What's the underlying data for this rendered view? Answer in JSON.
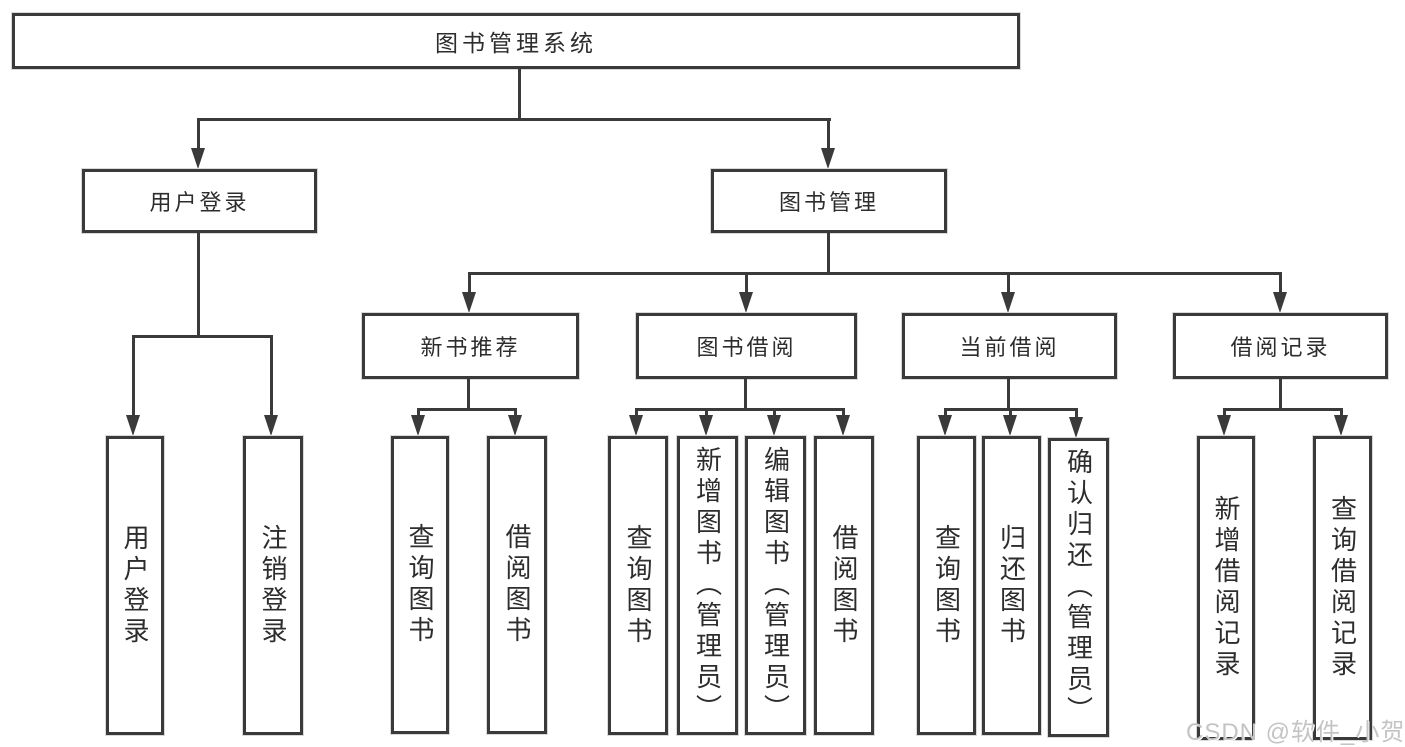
{
  "title": {
    "label": "图书管理系统"
  },
  "level2": {
    "user_login": {
      "label": "用户登录"
    },
    "book_mgmt": {
      "label": "图书管理"
    }
  },
  "level3": {
    "new_book": {
      "label": "新书推荐"
    },
    "book_borrow": {
      "label": "图书借阅"
    },
    "current_borrow": {
      "label": "当前借阅"
    },
    "borrow_records": {
      "label": "借阅记录"
    }
  },
  "leaves": {
    "user_login": [
      {
        "label": "用户登录"
      },
      {
        "label": "注销登录"
      }
    ],
    "new_book": [
      {
        "label": "查询图书"
      },
      {
        "label": "借阅图书"
      }
    ],
    "book_borrow": [
      {
        "label": "查询图书"
      },
      {
        "label": "新增图书（管理员）"
      },
      {
        "label": "编辑图书（管理员）"
      },
      {
        "label": "借阅图书"
      }
    ],
    "current_borrow": [
      {
        "label": "查询图书"
      },
      {
        "label": "归还图书"
      },
      {
        "label": "确认归还（管理员）"
      }
    ],
    "borrow_records": [
      {
        "label": "新增借阅记录"
      },
      {
        "label": "查询借阅记录"
      }
    ]
  },
  "watermark": {
    "text": "CSDN @软件_小贺同学"
  },
  "colors": {
    "line": "#3a3a3a",
    "text": "#2d2d2d",
    "background": "#ffffff",
    "watermark": "#c4c4c4"
  }
}
